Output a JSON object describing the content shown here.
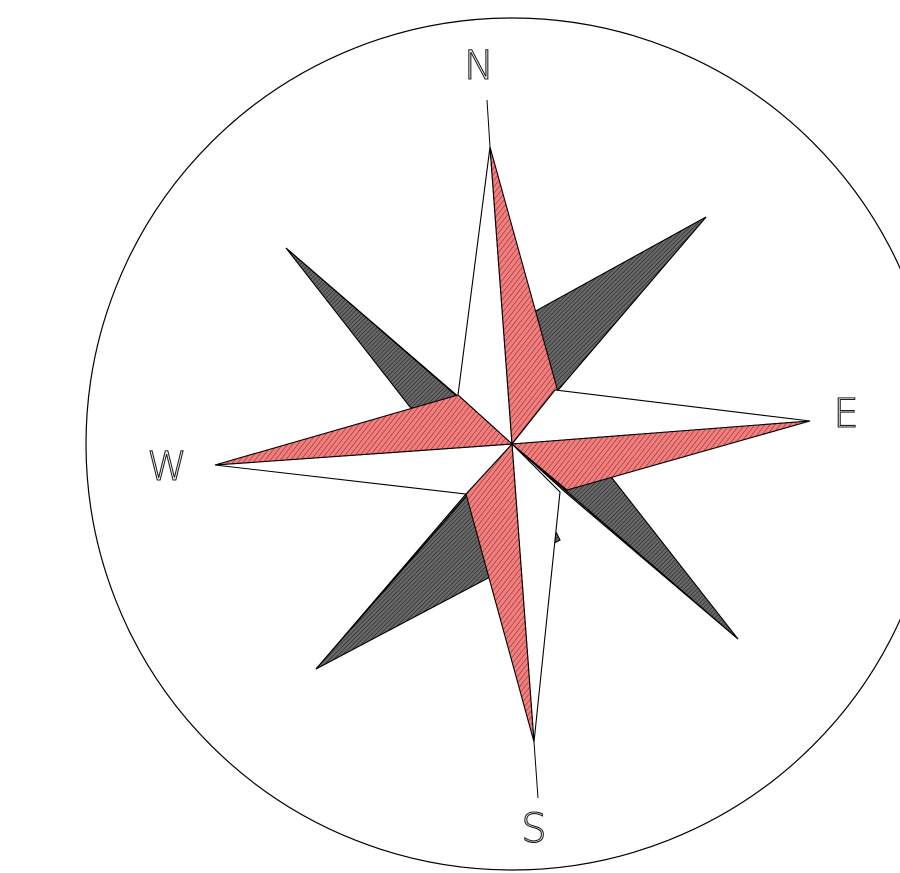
{
  "compass": {
    "labels": {
      "north": "N",
      "east": "E",
      "south": "S",
      "west": "W"
    },
    "colors": {
      "background": "#ffffff",
      "outline": "#000000",
      "primary_point_fill": "#f07f7f",
      "ordinal_point_fill": "#676767"
    }
  }
}
